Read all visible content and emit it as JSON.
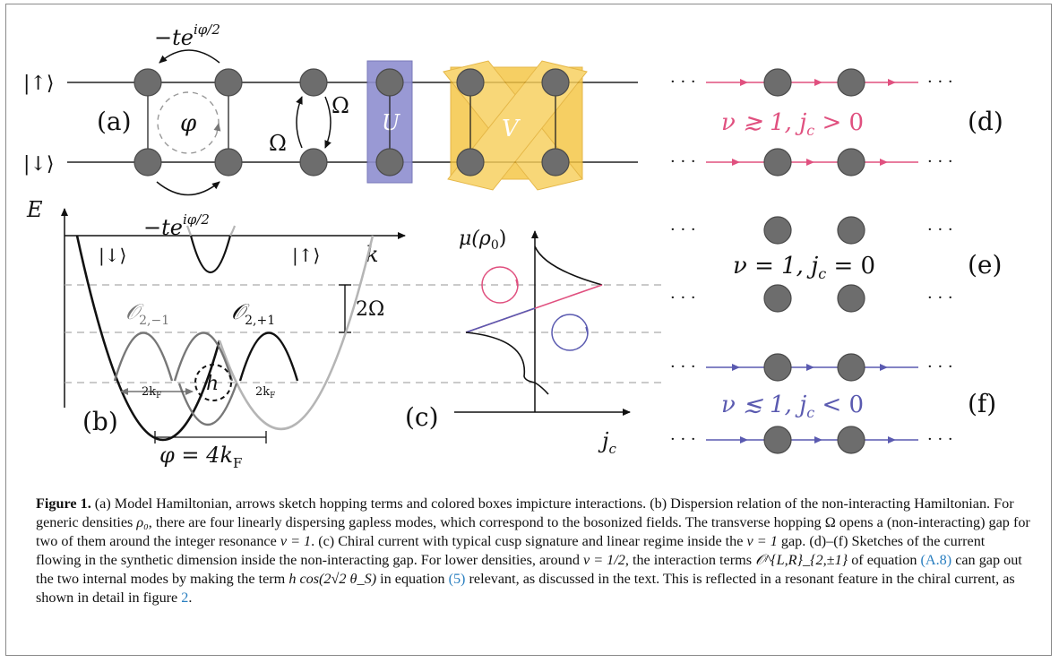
{
  "figure": {
    "panel_a": {
      "label": "(a)",
      "state_up": "|↑⟩",
      "state_down": "|↓⟩",
      "hop_top": "−te",
      "hop_exp": "iφ/2",
      "hop_bottom": "−te",
      "flux": "φ",
      "omega_left": "Ω",
      "omega_right": "Ω",
      "box_u": "U",
      "box_v": "V"
    },
    "panel_b": {
      "label": "(b)",
      "axis_e": "E",
      "axis_k": "k",
      "band_down": "|↓⟩",
      "band_up": "|↑⟩",
      "gap": "2Ω",
      "op_left": "𝒪",
      "op_left_sub": "2,−1",
      "op_right": "𝒪",
      "op_right_sub": "2,+1",
      "kf_left": "2k",
      "kf_right": "2k",
      "kf_sub": "F",
      "hole": "h",
      "phi_eq": "φ = 4k",
      "phi_sub": "F"
    },
    "panel_c": {
      "label": "(c)",
      "axis_mu": "μ(ρ",
      "axis_mu_sub": "0",
      "axis_mu_close": ")",
      "axis_j": "j",
      "axis_j_sub": "c"
    },
    "panel_d": {
      "label": "(d)",
      "text": "ν ≳ 1, j",
      "text_sub": "c",
      "text_end": " > 0",
      "dots": "· · ·"
    },
    "panel_e": {
      "label": "(e)",
      "text": "ν = 1, j",
      "text_sub": "c",
      "text_end": " = 0",
      "dots": "· · ·"
    },
    "panel_f": {
      "label": "(f)",
      "text": "ν ≲ 1, j",
      "text_sub": "c",
      "text_end": " < 0",
      "dots": "· · ·"
    }
  },
  "colors": {
    "pink": "#e0507f",
    "blue": "#5a5ab0",
    "box_u_fill": "#8f8fd0",
    "box_v_fill": "#f5c542",
    "node_fill": "#6d6d6d",
    "grey_band": "#b5b5b5"
  },
  "caption": {
    "fig_label": "Figure 1.",
    "s1": " (a) Model Hamiltonian, arrows sketch hopping terms and colored boxes impicture interactions. (b) Dispersion relation of the non-interacting Hamiltonian. For generic densities ",
    "rho0": "ρ₀",
    "s2": ", there are four linearly dispersing gapless modes, which correspond to the bosonized fields. The transverse hopping Ω opens a (non-interacting) gap for two of them around the integer resonance ",
    "nu1": "ν = 1",
    "s3": ". (c) Chiral current with typical cusp signature and linear regime inside the ",
    "nu1b": "ν = 1",
    "s4": " gap. (d)–(f) Sketches of the current flowing in the synthetic dimension inside the non-interacting gap. For lower densities, around ",
    "nuhalf": "ν = 1/2",
    "s5": ", the interaction terms ",
    "op": "𝒪^{L,R}_{2,±1}",
    "s6": " of equation ",
    "ref_a8": "(A.8)",
    "s7": " can gap out the two internal modes by making the term ",
    "term": "h cos(2√2 θ_S)",
    "s8": " in equation ",
    "ref_5": "(5)",
    "s9": " relevant, as discussed in the text. This is reflected in a resonant feature in the chiral current, as shown in detail in figure ",
    "ref_fig2": "2",
    "s10": "."
  }
}
